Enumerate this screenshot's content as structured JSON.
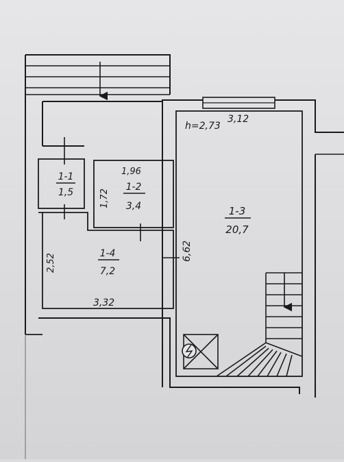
{
  "plan": {
    "height_label": "h=2,73",
    "rooms": [
      {
        "id": "1-1",
        "area": "1,5"
      },
      {
        "id": "1-2",
        "area": "3,4"
      },
      {
        "id": "1-3",
        "area": "20,7"
      },
      {
        "id": "1-4",
        "area": "7,2"
      }
    ],
    "dimensions": {
      "top_width": "3,12",
      "room_1_2_width": "1,96",
      "room_1_2_height": "1,72",
      "room_1_4_height": "2,52",
      "room_1_4_width": "3,32",
      "partition_length": "6,62"
    },
    "icons": [
      "electric-panel-icon",
      "staircase-icon",
      "direction-arrow-icon"
    ]
  }
}
